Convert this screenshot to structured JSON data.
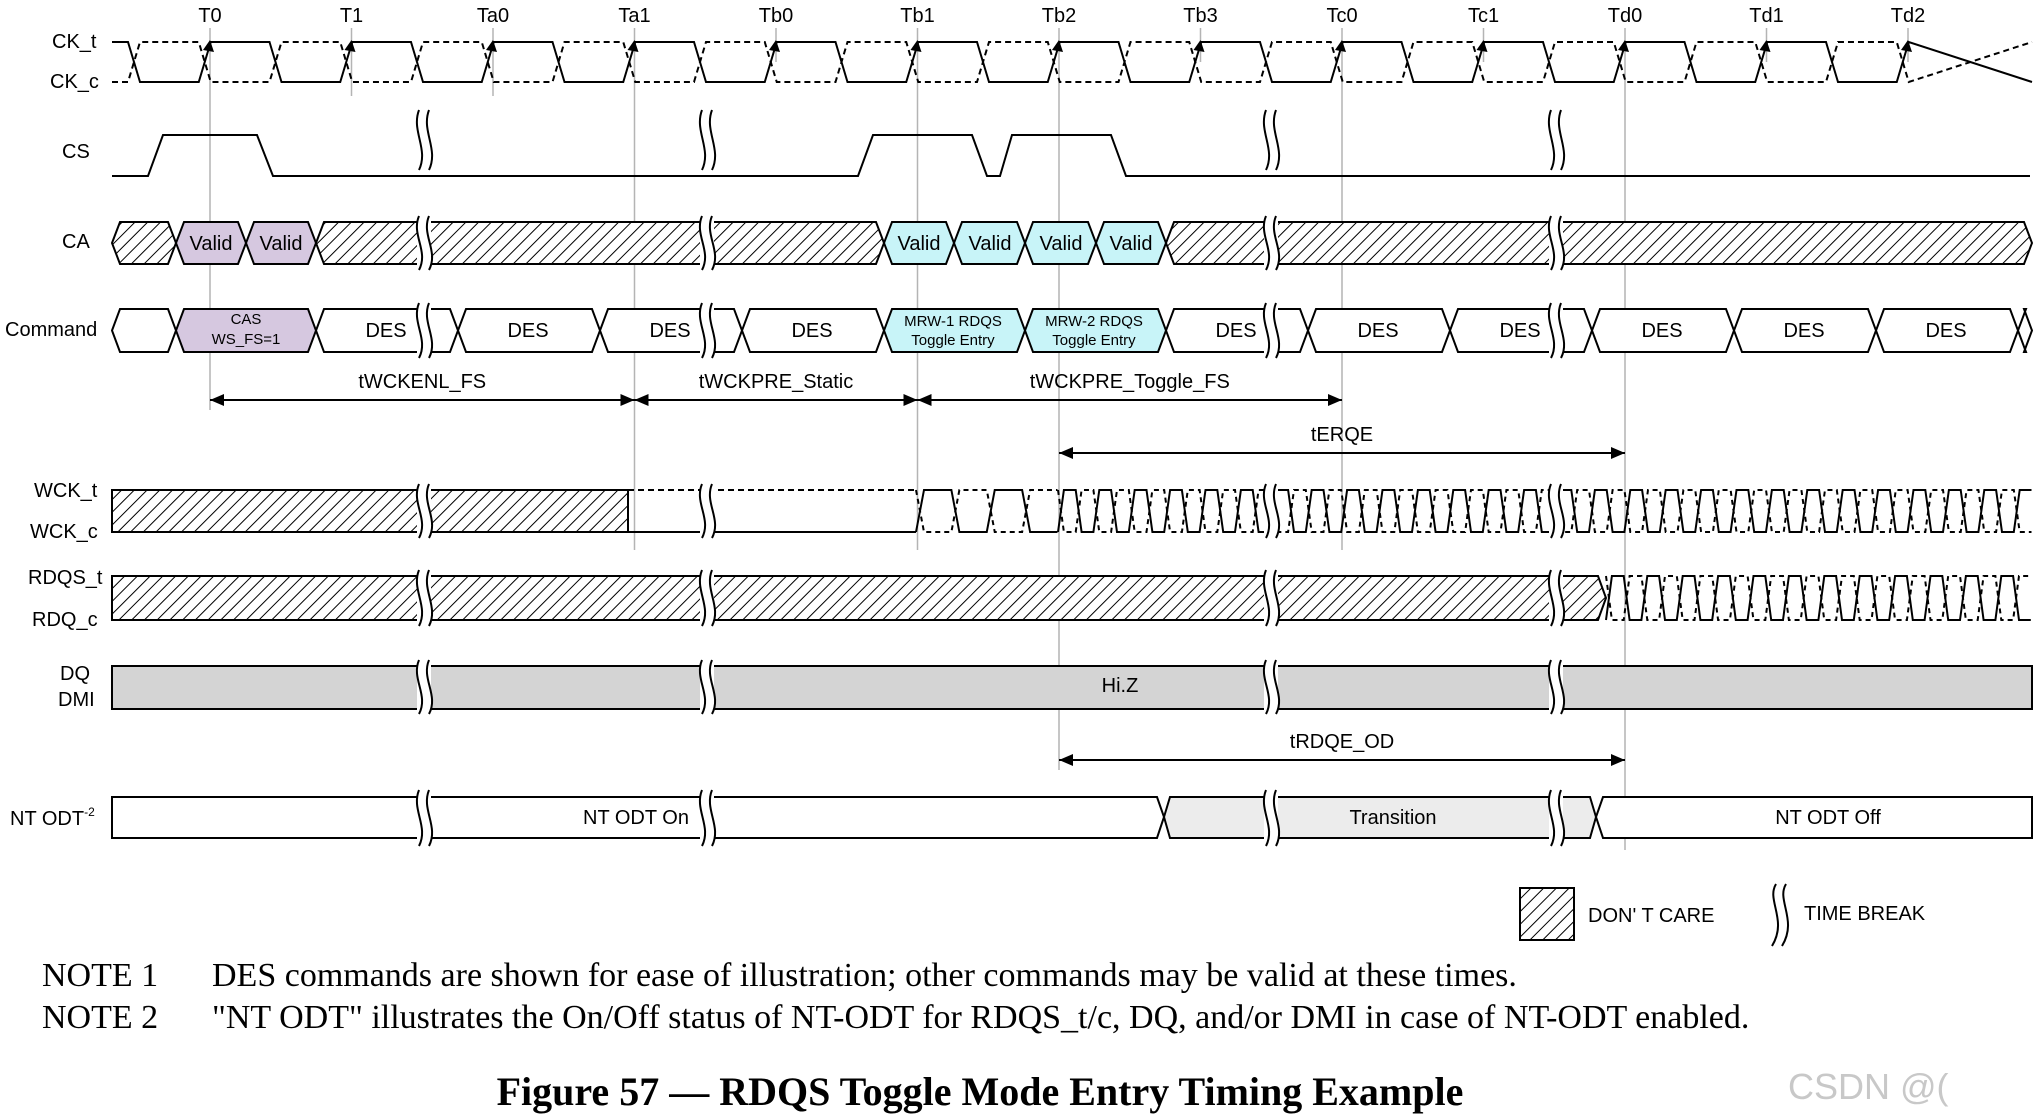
{
  "clock_labels": [
    "T0",
    "T1",
    "Ta0",
    "Ta1",
    "Tb0",
    "Tb1",
    "Tb2",
    "Tb3",
    "Tc0",
    "Tc1",
    "Td0",
    "Td1",
    "Td2"
  ],
  "signals": {
    "ck_t": "CK_t",
    "ck_c": "CK_c",
    "cs": "CS",
    "ca": "CA",
    "command": "Command",
    "wck_t": "WCK_t",
    "wck_c": "WCK_c",
    "rdqs_t": "RDQS_t",
    "rdq_c": "RDQ_c",
    "dq": "DQ",
    "dmi": "DMI",
    "nt_odt": "NT ODT",
    "nt_odt_sup": "-2"
  },
  "ca_valid": "Valid",
  "commands": {
    "cas_line1": "CAS",
    "cas_line2": "WS_FS=1",
    "des": "DES",
    "mrw1_line1": "MRW-1 RDQS",
    "mrw1_line2": "Toggle Entry",
    "mrw2_line1": "MRW-2 RDQS",
    "mrw2_line2": "Toggle Entry"
  },
  "timing": {
    "twckenl": "tWCKENL_FS",
    "twckpre_static": "tWCKPRE_Static",
    "twckpre_toggle": "tWCKPRE_Toggle_FS",
    "terqe": "tERQE",
    "trdqe_od": "tRDQE_OD"
  },
  "dq_state": "Hi.Z",
  "odt_states": {
    "on": "NT ODT On",
    "transition": "Transition",
    "off": "NT ODT Off"
  },
  "legend": {
    "dont_care": "DON' T CARE",
    "time_break": "TIME BREAK"
  },
  "notes": [
    {
      "label": "NOTE 1",
      "text": "DES commands are shown for ease of illustration; other commands may be valid at these times."
    },
    {
      "label": "NOTE 2",
      "text": "\"NT ODT\" illustrates the On/Off status of NT-ODT for RDQS_t/c, DQ, and/or DMI in case of NT-ODT enabled."
    }
  ],
  "caption": "Figure 57 — RDQS Toggle Mode Entry Timing Example",
  "watermark": "CSDN @(",
  "colors": {
    "ca_valid_purple": "#d6c8e0",
    "mrw_cyan": "#c8f4f8",
    "hiz_gray": "#d4d4d4",
    "transition_gray": "#ececec"
  }
}
